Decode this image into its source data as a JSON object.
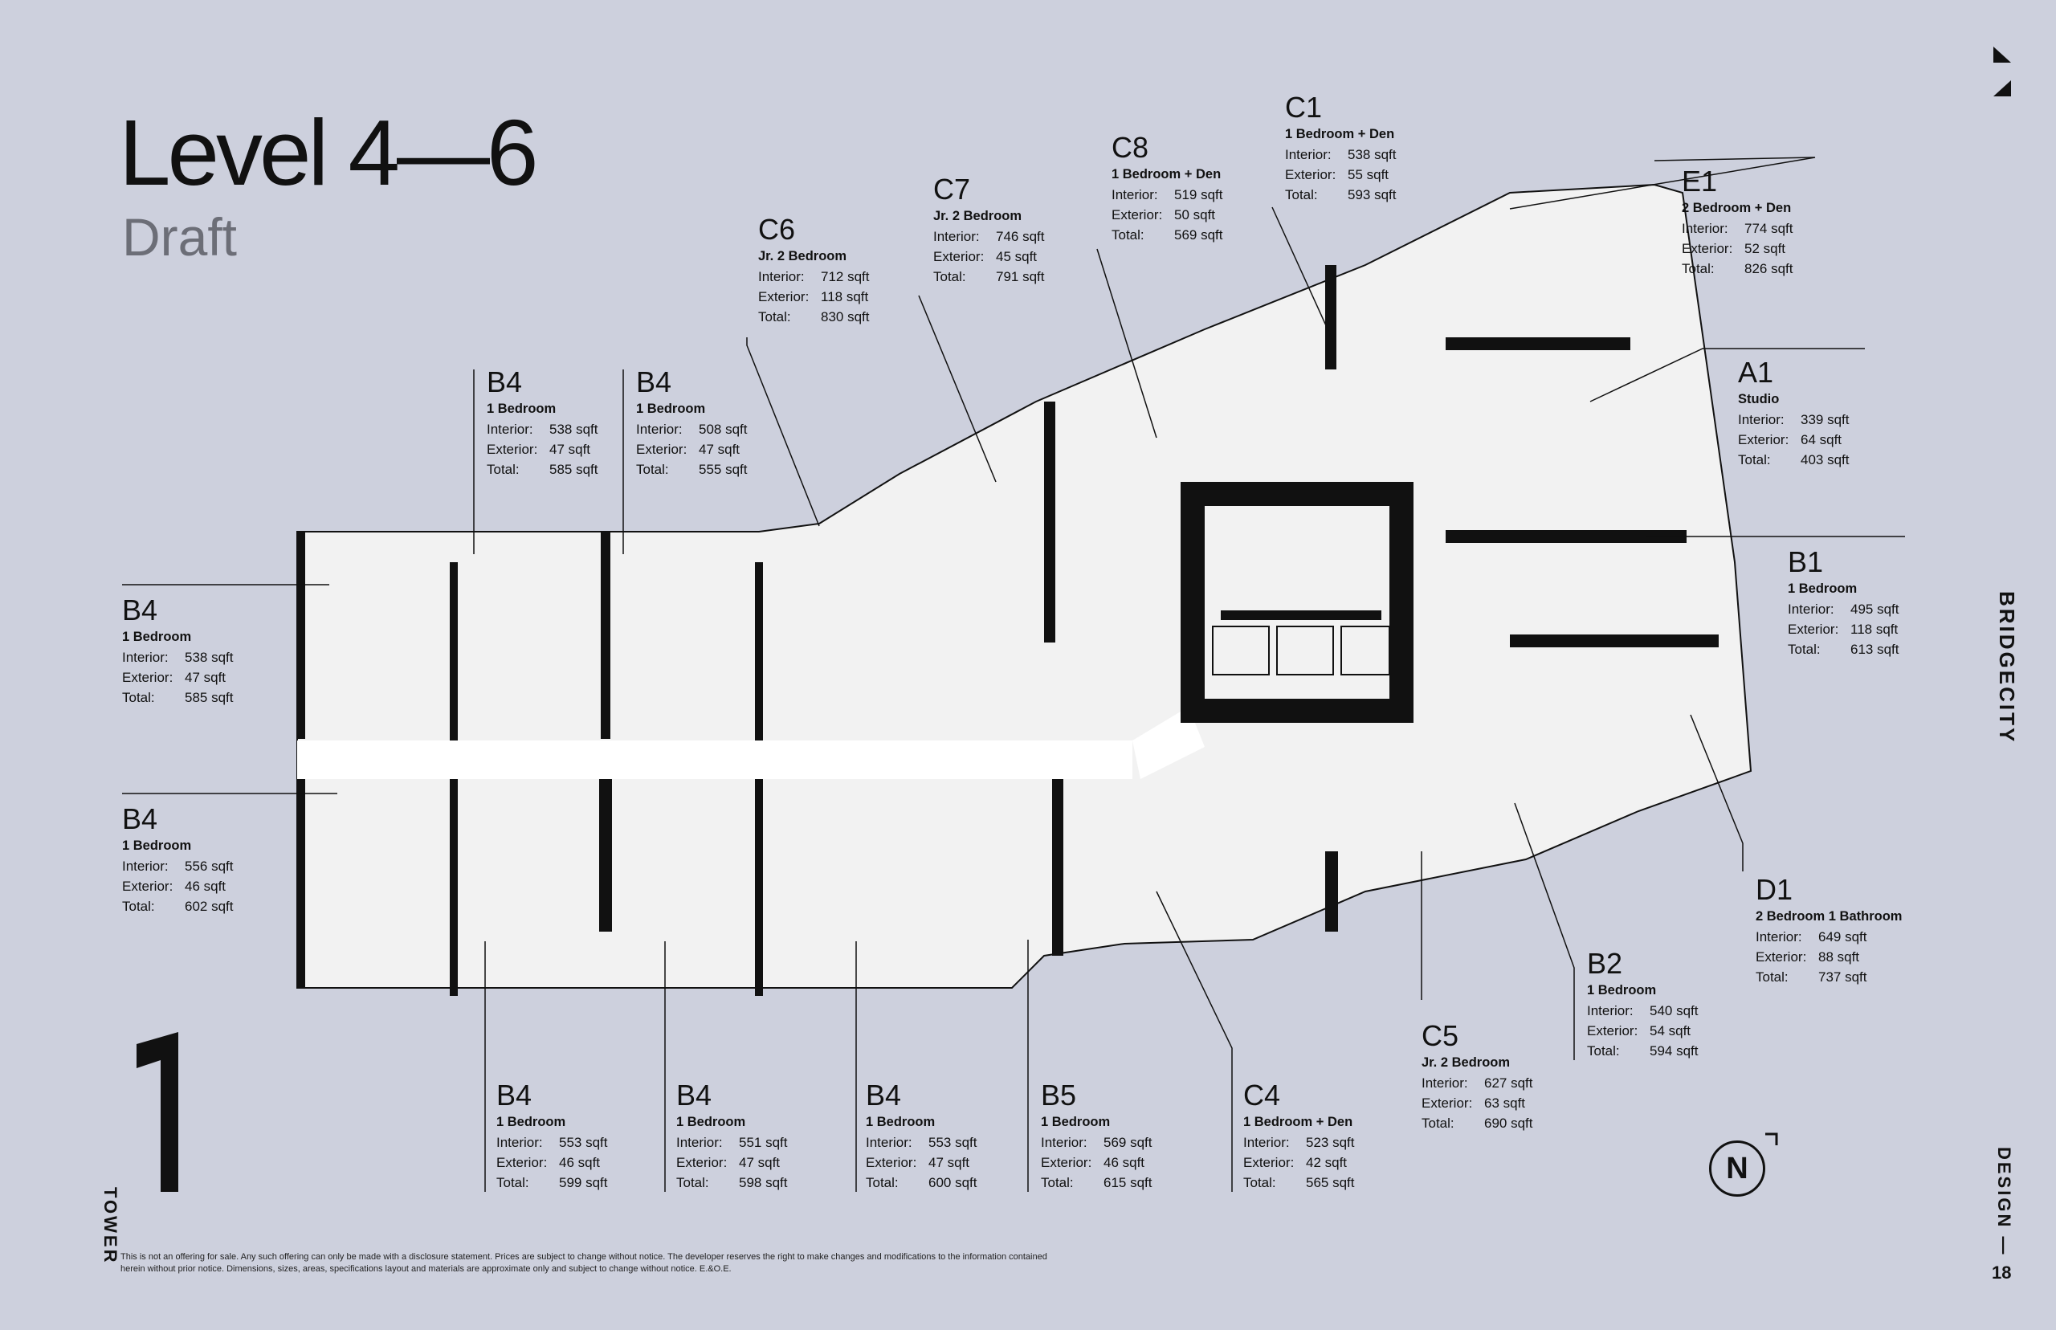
{
  "header": {
    "title": "Level 4—6",
    "subtitle": "Draft"
  },
  "brand": {
    "name": "BRIDGECITY",
    "tower": "TOWER",
    "design_label": "DESIGN —",
    "page": "18",
    "north": "N"
  },
  "disclaimer": "This is not an offering for sale. Any such offering can only be made with a disclosure statement. Prices are subject to change without notice. The developer reserves the right to make changes and modifications to the information contained herein without prior notice. Dimensions, sizes, areas, specifications layout and materials are approximate only and subject to change without notice.  E.&O.E.",
  "labels": {
    "interior": "Interior:",
    "exterior": "Exterior:",
    "total": "Total:"
  },
  "units": [
    {
      "code": "B4",
      "type": "1 Bedroom",
      "interior": "538 sqft",
      "exterior": "47 sqft",
      "total": "585 sqft"
    },
    {
      "code": "B4",
      "type": "1 Bedroom",
      "interior": "556 sqft",
      "exterior": "46 sqft",
      "total": "602 sqft"
    },
    {
      "code": "B4",
      "type": "1 Bedroom",
      "interior": "538 sqft",
      "exterior": "47 sqft",
      "total": "585 sqft"
    },
    {
      "code": "B4",
      "type": "1 Bedroom",
      "interior": "508 sqft",
      "exterior": "47 sqft",
      "total": "555 sqft"
    },
    {
      "code": "C6",
      "type": "Jr. 2 Bedroom",
      "interior": "712 sqft",
      "exterior": "118 sqft",
      "total": "830 sqft"
    },
    {
      "code": "C7",
      "type": "Jr. 2 Bedroom",
      "interior": "746 sqft",
      "exterior": "45 sqft",
      "total": "791 sqft"
    },
    {
      "code": "C8",
      "type": "1 Bedroom + Den",
      "interior": "519 sqft",
      "exterior": "50 sqft",
      "total": "569 sqft"
    },
    {
      "code": "C1",
      "type": "1 Bedroom + Den",
      "interior": "538 sqft",
      "exterior": "55 sqft",
      "total": "593 sqft"
    },
    {
      "code": "E1",
      "type": "2 Bedroom + Den",
      "interior": "774 sqft",
      "exterior": "52 sqft",
      "total": "826 sqft"
    },
    {
      "code": "A1",
      "type": "Studio",
      "interior": "339 sqft",
      "exterior": "64 sqft",
      "total": "403 sqft"
    },
    {
      "code": "B1",
      "type": "1 Bedroom",
      "interior": "495 sqft",
      "exterior": "118 sqft",
      "total": "613 sqft"
    },
    {
      "code": "D1",
      "type": "2 Bedroom 1 Bathroom",
      "interior": "649 sqft",
      "exterior": "88 sqft",
      "total": "737 sqft"
    },
    {
      "code": "B2",
      "type": "1 Bedroom",
      "interior": "540 sqft",
      "exterior": "54 sqft",
      "total": "594 sqft"
    },
    {
      "code": "C5",
      "type": "Jr. 2 Bedroom",
      "interior": "627 sqft",
      "exterior": "63 sqft",
      "total": "690 sqft"
    },
    {
      "code": "C4",
      "type": "1 Bedroom + Den",
      "interior": "523 sqft",
      "exterior": "42 sqft",
      "total": "565 sqft"
    },
    {
      "code": "B5",
      "type": "1 Bedroom",
      "interior": "569 sqft",
      "exterior": "46 sqft",
      "total": "615 sqft"
    },
    {
      "code": "B4",
      "type": "1 Bedroom",
      "interior": "553 sqft",
      "exterior": "47 sqft",
      "total": "600 sqft"
    },
    {
      "code": "B4",
      "type": "1 Bedroom",
      "interior": "551 sqft",
      "exterior": "47 sqft",
      "total": "598 sqft"
    },
    {
      "code": "B4",
      "type": "1 Bedroom",
      "interior": "553 sqft",
      "exterior": "46 sqft",
      "total": "599 sqft"
    }
  ]
}
